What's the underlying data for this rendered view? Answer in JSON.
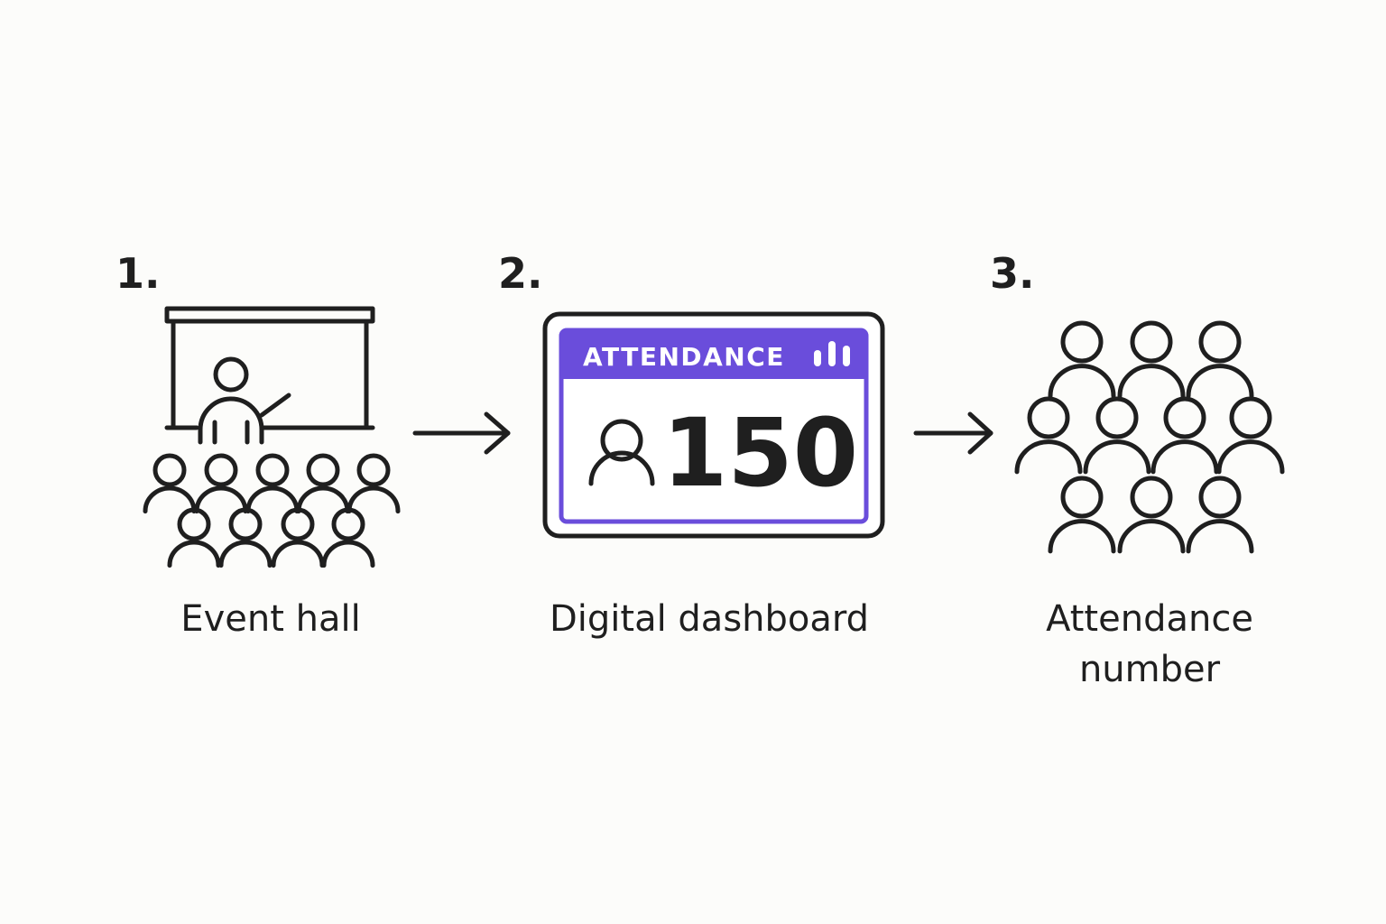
{
  "steps": [
    {
      "number": "1.",
      "caption": "Event hall",
      "icon": "event-hall-icon"
    },
    {
      "number": "2.",
      "caption": "Digital dashboard",
      "icon": "dashboard-icon"
    },
    {
      "number": "3.",
      "caption_lines": [
        "Attendance",
        "number"
      ],
      "icon": "crowd-icon"
    }
  ],
  "dashboard": {
    "title": "ATTENDANCE",
    "count": "150",
    "accent_color": "#6a4ddb"
  },
  "colors": {
    "ink": "#1f1f1f",
    "background": "#fcfcfa",
    "accent": "#6a4ddb"
  }
}
